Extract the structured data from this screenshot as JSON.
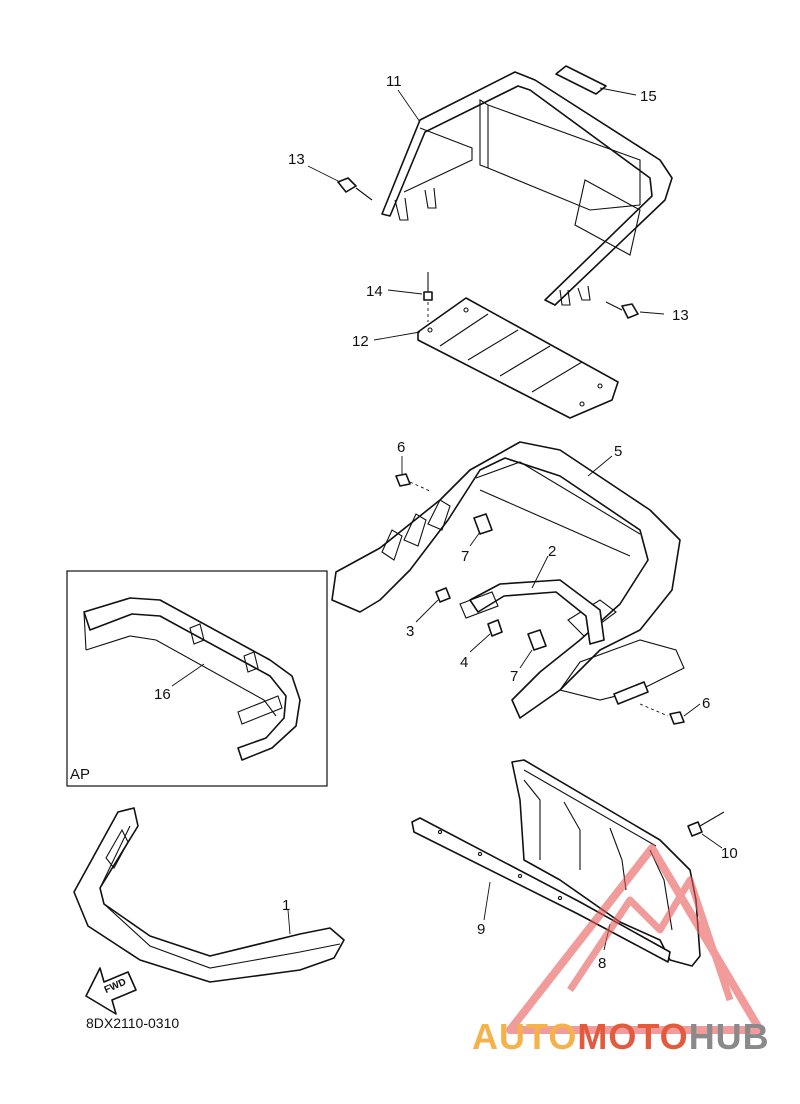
{
  "callouts": {
    "c1": "1",
    "c2": "2",
    "c3": "3",
    "c4": "4",
    "c5": "5",
    "c6a": "6",
    "c6b": "6",
    "c7a": "7",
    "c7b": "7",
    "c8": "8",
    "c9": "9",
    "c10": "10",
    "c11": "11",
    "c12": "12",
    "c13a": "13",
    "c13b": "13",
    "c14": "14",
    "c15": "15",
    "c16": "16"
  },
  "inset": {
    "label": "AP"
  },
  "arrow": {
    "label": "FWD"
  },
  "diagram_code": "8DX2110-0310",
  "watermark": {
    "part1": "AUTO",
    "part2": "MOTO",
    "part3": "HUB",
    "colors": {
      "part1": "#f6b24a",
      "part2": "#e45a3c",
      "part3": "#8a8a8a",
      "triangle": "#e85a5a"
    }
  }
}
